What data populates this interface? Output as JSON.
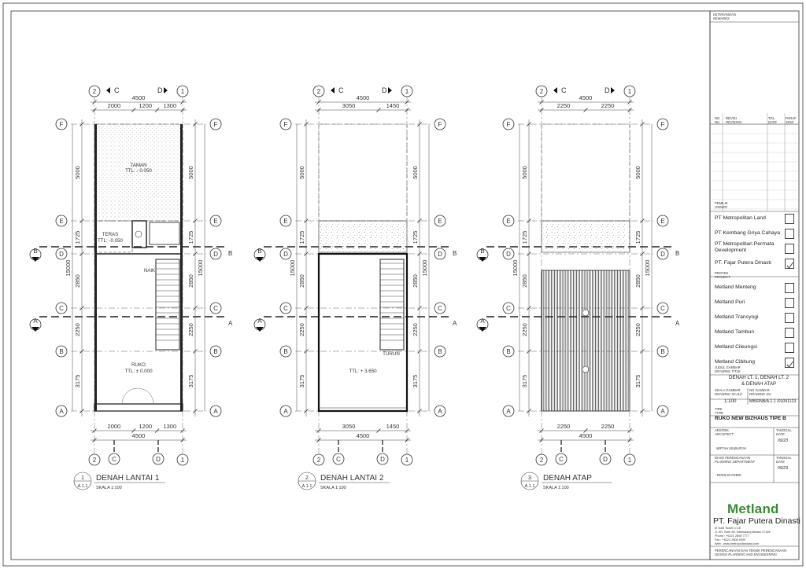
{
  "plans": [
    {
      "title": "DENAH LANTAI 1",
      "number": "1",
      "sheet_ref": "A.1.1",
      "scale": "SKALA    1:100",
      "top_widths": [
        "2000",
        "1200",
        "1300"
      ],
      "bottom_widths": [
        "2000",
        "1200",
        "1300"
      ],
      "overall_top": "4500",
      "overall_bottom": "4500",
      "left_dims": [
        "5000",
        "1725",
        "2850",
        "2250",
        "3175"
      ],
      "right_dims": [
        "5000",
        "1725",
        "2850",
        "2250",
        "3175"
      ],
      "total": "15000",
      "room_labels": [
        {
          "text": "TAMAN"
        },
        {
          "text": "TTL: - 0.050"
        },
        {
          "text": "TERAS"
        },
        {
          "text": "TTL: -0.050"
        },
        {
          "text": "NAIK"
        },
        {
          "text": "RUKO"
        },
        {
          "text": "TTL: ± 0.000"
        }
      ]
    },
    {
      "title": "DENAH LANTAI 2",
      "number": "2",
      "sheet_ref": "A.1.1",
      "scale": "SKALA    1:100",
      "top_widths": [
        "3050",
        "1450"
      ],
      "bottom_widths": [
        "3050",
        "1450"
      ],
      "overall_top": "4500",
      "overall_bottom": "4500",
      "left_dims": [
        "5000",
        "1725",
        "2850",
        "2250",
        "3175"
      ],
      "right_dims": [
        "5000",
        "1725",
        "2850",
        "2250",
        "3175"
      ],
      "total": "15000",
      "room_labels": [
        {
          "text": "TURUN"
        },
        {
          "text": "TTL: + 3.650"
        }
      ]
    },
    {
      "title": "DENAH ATAP",
      "number": "3",
      "sheet_ref": "A.1.1",
      "scale": "SKALA    1:100",
      "top_widths": [
        "2250",
        "2250"
      ],
      "bottom_widths": [
        "2250",
        "2250"
      ],
      "overall_top": "4500",
      "overall_bottom": "4500",
      "left_dims": [
        "5000",
        "1725",
        "2850",
        "2250",
        "3175"
      ],
      "right_dims": [
        "5000",
        "1725",
        "2850",
        "2250",
        "3175"
      ],
      "total": "15000",
      "room_labels": []
    }
  ],
  "grid": {
    "rows": [
      "F",
      "E",
      "D",
      "C",
      "B",
      "A"
    ],
    "cols": [
      "2",
      "1"
    ],
    "sections": [
      "B",
      "A",
      "C",
      "D"
    ]
  },
  "title_block": {
    "remarks_label": "KETERANGAN",
    "remarks_sub": "REMARKS",
    "rev_headers": {
      "no": "NO",
      "no_sub": "NU",
      "revisi": "REVISI",
      "revisi_sub": "REVISION",
      "tgl": "TGL",
      "tgl_sub": "DATE",
      "paraf": "PARAF",
      "paraf_sub": "SIGN"
    },
    "owner_label": "PEMILIK",
    "owner_sub": "OWNER",
    "owners": [
      {
        "name": "PT Metropolitan Land",
        "checked": false
      },
      {
        "name": "PT Kembang Griya Cahaya",
        "checked": false
      },
      {
        "name": "PT Metropolitan Permata Development",
        "checked": false
      },
      {
        "name": "PT. Fajar Putera Dinasti",
        "checked": true
      }
    ],
    "project_label": "PROYEK",
    "project_sub": "PROJECT",
    "projects": [
      {
        "name": "Metland Menteng",
        "checked": false
      },
      {
        "name": "Metland Puri",
        "checked": false
      },
      {
        "name": "Metland Transyogi",
        "checked": false
      },
      {
        "name": "Metland Tambun",
        "checked": false
      },
      {
        "name": "Metland Cileungsi",
        "checked": false
      },
      {
        "name": "Metland Cibitung",
        "checked": true
      }
    ],
    "drawing_title_label": "JUDUL GAMBAR",
    "drawing_title_sub": "DRAWING TITLE",
    "drawing_title_1": "DENAH LT. 1, DENAH LT. 2",
    "drawing_title_2": "& DENAH ATAP",
    "scale_label": "SKALA GAMBAR",
    "scale_sub": "DRAWING SCALE",
    "scale_value": "1:100",
    "drawing_no_label": "NO GAMBAR",
    "drawing_no_sub": "DRAWING NU",
    "drawing_no": "MB/RNB/A.1.1 /01091123",
    "type_label": "TIPE",
    "type_sub": "TYPE",
    "type_value": "RUKO NEW BIZHAUS TIPE B",
    "architect_label": "ARSITEK",
    "architect_sub": "ARCHITECT",
    "architect_name": "MIFTAH MUBAROH",
    "date_label": "TANGGAL",
    "date_sub": "DATE",
    "date_value_1": "09/23",
    "planning_label": "DIVISI PERENCANAAN",
    "planning_sub": "PLANNING DEPARTMENT",
    "planner_name": "TERISAN FEBRI",
    "date_value_2": "09/23",
    "logo": "Metland",
    "company": "PT. Fajar Putera Dinasti",
    "address_lines": [
      "M Gold Tower Lt 15",
      "Jl. KH. Noer Ali, Kalimalang Bekasi 17148",
      "Phone : +6221 2808 7777",
      "Fax      : +6221 2808 5000",
      "Web     : www.metropolitanland.com"
    ],
    "footer_1": "PERENCANAAN DAN TEKNIK PERENCANAAN",
    "footer_2": "DESIGN PLANNING AND ENGINEERING"
  }
}
